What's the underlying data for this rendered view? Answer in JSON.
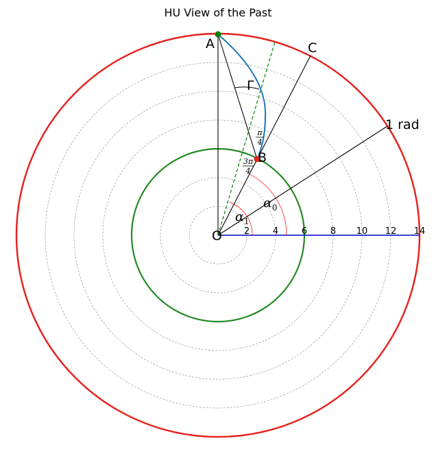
{
  "figure": {
    "title": "HU View of the Past",
    "points": {
      "A": "A",
      "B": "B",
      "C": "C",
      "O": "O"
    },
    "ray_label": "1 rad",
    "gamma": "Γ",
    "alpha0": {
      "sym": "α",
      "sub": "0"
    },
    "alpha1": {
      "sym": "α",
      "sub": "1"
    },
    "pi_over_4": {
      "num": "π",
      "den": "4"
    },
    "three_pi_over_4": {
      "num": "3π",
      "den": "4"
    },
    "radial_ticks": [
      "2",
      "4",
      "6",
      "8",
      "10",
      "12",
      "14"
    ],
    "colors": {
      "outer_circle": "#e4241f",
      "inner_circle": "#218a21",
      "grid": "#999999",
      "axis_line": "#0000c8",
      "curve": "#1f77b4",
      "dashed": "#008000",
      "point_A": "#008000",
      "point_B": "#e4241f",
      "angle_arcs": "#ff0000"
    }
  }
}
